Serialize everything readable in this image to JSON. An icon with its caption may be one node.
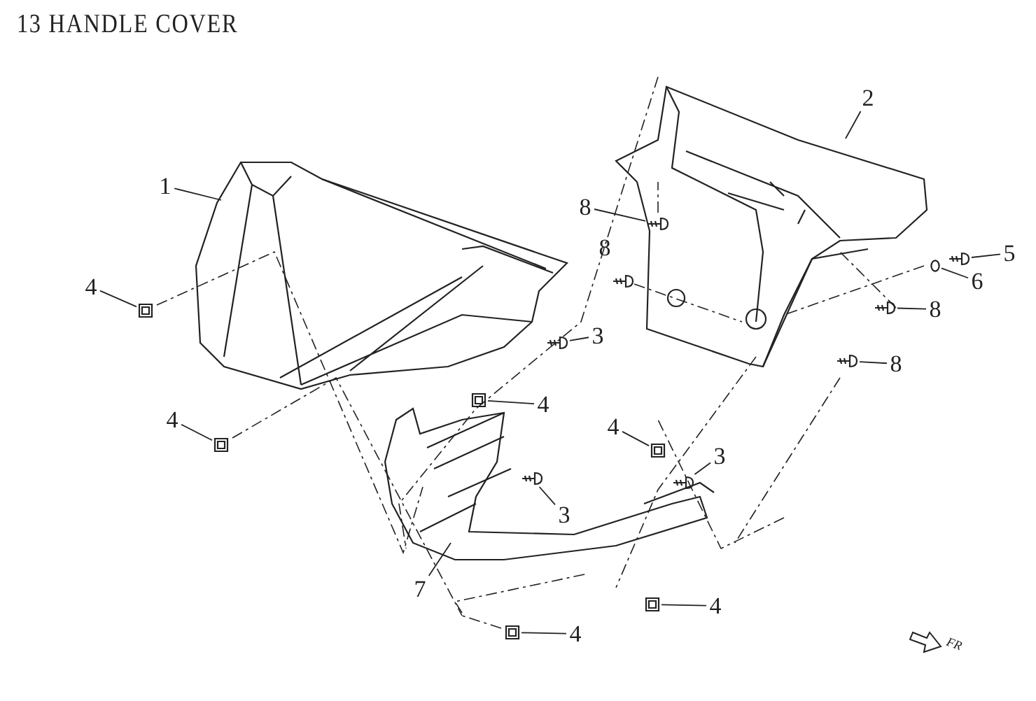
{
  "diagram": {
    "title": "13  HANDLE COVER",
    "nodes": [
      {
        "text": [
          "1"
        ]
      },
      {
        "text": [
          "2"
        ]
      },
      {
        "text": [
          "4"
        ]
      },
      {
        "text": [
          "8"
        ]
      },
      {
        "text": [
          "8"
        ]
      },
      {
        "text": [
          "5"
        ]
      },
      {
        "text": [
          "6"
        ]
      },
      {
        "text": [
          "8"
        ]
      },
      {
        "text": [
          "3"
        ]
      },
      {
        "text": [
          "8"
        ]
      },
      {
        "text": [
          "4"
        ]
      },
      {
        "text": [
          "4"
        ]
      },
      {
        "text": [
          "4"
        ]
      },
      {
        "text": [
          "3"
        ]
      },
      {
        "text": [
          "3"
        ]
      },
      {
        "text": [
          "7"
        ]
      },
      {
        "text": [
          "4"
        ]
      },
      {
        "text": [
          "4"
        ]
      },
      {
        "text": [],
        "shape": "box"
      },
      {
        "text": [],
        "shape": "box"
      },
      {
        "text": [],
        "shape": "box"
      },
      {
        "text": [],
        "shape": "box"
      },
      {
        "text": [],
        "shape": "box"
      },
      {
        "text": [],
        "shape": "box"
      },
      {
        "text": [],
        "shape": "picture"
      },
      {
        "text": [],
        "shape": "picture"
      },
      {
        "text": [],
        "shape": "picture"
      },
      {
        "text": [],
        "shape": "picture"
      },
      {
        "text": [],
        "shape": "picture"
      },
      {
        "text": [],
        "shape": "picture"
      },
      {
        "text": [],
        "shape": "picture"
      },
      {
        "text": [],
        "shape": "picture"
      },
      {
        "text": [],
        "shape": "circle"
      }
    ],
    "edges": [
      {
        "from": 0,
        "to": null,
        "arrow": "none"
      },
      {
        "from": 1,
        "to": null,
        "arrow": "none"
      },
      {
        "from": 2,
        "to": 18,
        "arrow": "none"
      },
      {
        "from": 3,
        "to": 27,
        "arrow": "none"
      },
      {
        "from": 5,
        "to": 31,
        "arrow": "none"
      },
      {
        "from": 6,
        "to": 32,
        "arrow": "none"
      },
      {
        "from": 7,
        "to": 30,
        "arrow": "none"
      },
      {
        "from": 8,
        "to": 25,
        "arrow": "none"
      },
      {
        "from": 9,
        "to": 29,
        "arrow": "none"
      },
      {
        "from": 10,
        "to": 19,
        "arrow": "none"
      },
      {
        "from": 11,
        "to": 20,
        "arrow": "none"
      },
      {
        "from": 12,
        "to": 23,
        "arrow": "none"
      },
      {
        "from": 13,
        "to": 28,
        "arrow": "none"
      },
      {
        "from": 14,
        "to": 24,
        "arrow": "none"
      },
      {
        "from": 15,
        "to": null,
        "arrow": "none"
      },
      {
        "from": 16,
        "to": 21,
        "arrow": "none"
      },
      {
        "from": 17,
        "to": 22,
        "arrow": "none"
      }
    ],
    "labels": [
      "FR"
    ]
  }
}
